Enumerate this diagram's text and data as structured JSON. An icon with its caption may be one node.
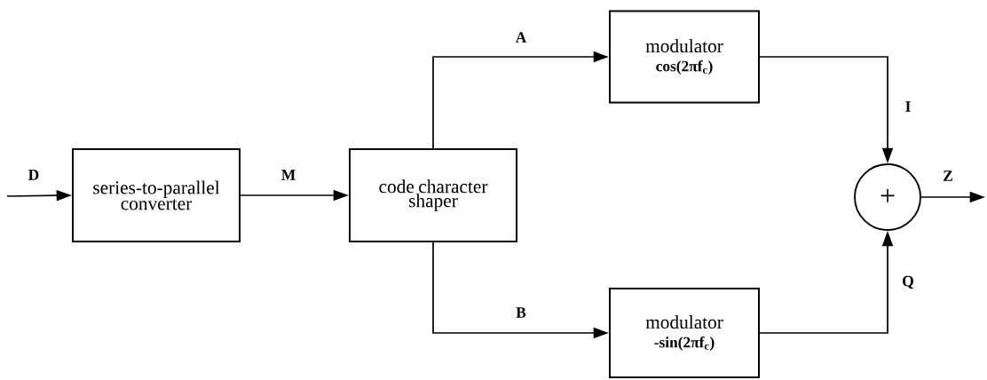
{
  "diagram": {
    "nodes": [
      {
        "text": [
          "series-to-parallel converter"
        ]
      },
      {
        "text": [
          "code character shaper"
        ]
      },
      {
        "text": [
          "modulator",
          "cos(2πf$_{c}$)"
        ]
      },
      {
        "text": [
          "modulator",
          "-sin(2πf$_{c}$)"
        ]
      },
      {
        "text": [
          "+"
        ]
      }
    ],
    "edges": [
      {
        "from": null,
        "to": 0,
        "arrow": "to",
        "label": "D"
      },
      {
        "from": 0,
        "to": 1,
        "arrow": "to",
        "label": "M"
      },
      {
        "from": 1,
        "to": 2,
        "arrow": "to",
        "label": "A"
      },
      {
        "from": 1,
        "to": 3,
        "arrow": "to",
        "label": "B"
      },
      {
        "from": 2,
        "to": 4,
        "arrow": "to",
        "label": "I"
      },
      {
        "from": 3,
        "to": 4,
        "arrow": "to",
        "label": "Q"
      },
      {
        "from": 4,
        "to": null,
        "arrow": "to",
        "label": "Z"
      }
    ]
  }
}
